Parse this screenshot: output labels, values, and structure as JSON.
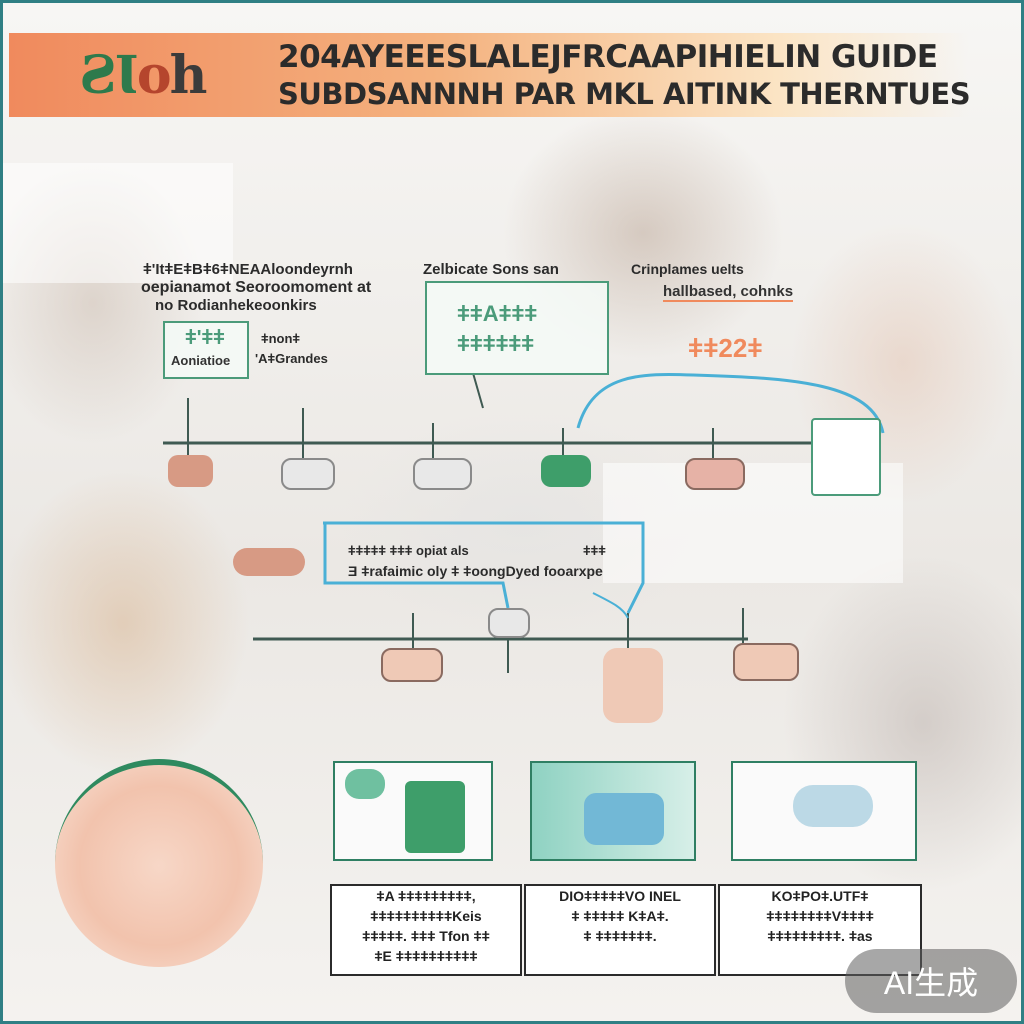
{
  "header": {
    "logo_text": "ƧƖoh",
    "title_line_1": "204AYEEESLALEJFRCAAPIHIELIN GUIDE",
    "title_line_2": "SUBDSANNNH PAR MKL AITINK THERNTUES"
  },
  "labels": {
    "top_left_1": "ǂ'ItǂEǂBǂ6ǂNEAAloondeyrnh",
    "top_left_2": "oepianamot Seoroomoment at",
    "top_left_3": "no Rodianhekeoonkirs",
    "top_center": "Zelbicate Sons san",
    "top_right_1": "Crinplames uelts",
    "top_right_2": "hallbased, cohnks",
    "small_box_1": "ǂ'ǂǂ",
    "small_box_2": "Aoniatioe",
    "small_box_right_1": "ǂnonǂ",
    "small_box_right_2": "'AǂGrandes",
    "center_box_1": "ǂǂAǂǂǂ",
    "center_box_2": "ǂǂǂǂǂǂ",
    "right_card": "ǂǂ22ǂ",
    "mid_line_1": "ǂǂǂǂǂ ǂǂǂ opiat als",
    "mid_line_2": "Ǝ ǂrafaimic oly ǂ ǂoongDyed fooarxpe",
    "mid_right": "ǂǂǂ"
  },
  "captions": [
    {
      "line1": "ǂA ǂǂǂǂǂǂǂǂǂ,",
      "line2": "ǂǂǂǂǂǂǂǂǂǂKeis",
      "line3": "ǂǂǂǂǂ. ǂǂǂ Tfon ǂǂ",
      "line4": "ǂE ǂǂǂǂǂǂǂǂǂǂ"
    },
    {
      "line1": "DIOǂǂǂǂǂVO INEL",
      "line2": "ǂ ǂǂǂǂǂ KǂAǂ.",
      "line3": "ǂ ǂǂǂǂǂǂǂ.",
      "line4": ""
    },
    {
      "line1": "KOǂPOǂ.UTFǂ",
      "line2": "ǂǂǂǂǂǂǂǂVǂǂǂǂ",
      "line3": "ǂǂǂǂǂǂǂǂǂ. ǂas",
      "line4": ""
    }
  ],
  "watermark": "AI生成",
  "colors": {
    "border": "#2f7f84",
    "accent_green": "#4b9b7a",
    "accent_orange": "#f08a5d",
    "timeline": "#3f5a52",
    "callout_blue": "#4ab0d6"
  }
}
